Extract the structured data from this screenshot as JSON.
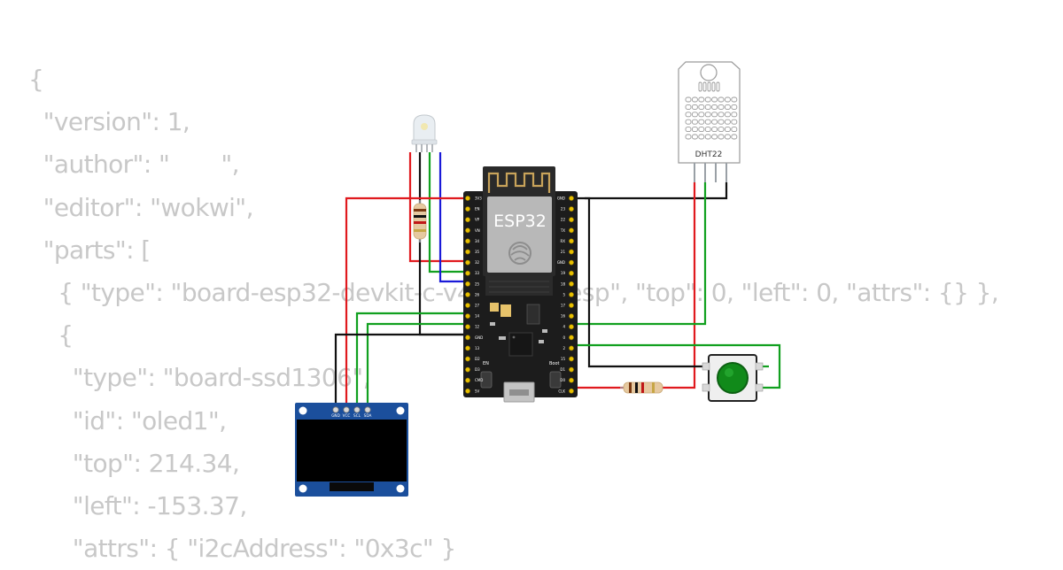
{
  "code_lines": [
    "{",
    "  \"version\": 1,",
    "  \"author\": \"       \",",
    "  \"editor\": \"wokwi\",",
    "  \"parts\": [",
    "    { \"type\": \"board-esp32-devkit-c-v4\", \"id\": \"esp\", \"top\": 0, \"left\": 0, \"attrs\": {} },",
    "    {",
    "      \"type\": \"board-ssd1306\",",
    "      \"id\": \"oled1\",",
    "      \"top\": 214.34,",
    "      \"left\": -153.37,",
    "      \"attrs\": { \"i2cAddress\": \"0x3c\" }"
  ],
  "esp": {
    "name": "ESP32",
    "left_pins": [
      "3V3",
      "EN",
      "VP",
      "VN",
      "34",
      "35",
      "32",
      "33",
      "25",
      "26",
      "27",
      "14",
      "12",
      "GND",
      "13",
      "D2",
      "D3",
      "CMD",
      "5V"
    ],
    "right_pins": [
      "GND",
      "23",
      "22",
      "TX",
      "RX",
      "21",
      "GND",
      "19",
      "18",
      "5",
      "17",
      "16",
      "4",
      "0",
      "2",
      "15",
      "D1",
      "D0",
      "CLK"
    ],
    "en_label": "EN",
    "boot_label": "Boot"
  },
  "oled": {
    "pins": [
      "GND",
      "VCC",
      "SCL",
      "SDA"
    ]
  },
  "dht": {
    "label": "DHT22"
  },
  "colors": {
    "wire_red": "#e0191e",
    "wire_green": "#11a01f",
    "wire_blue": "#1a1ad8",
    "wire_black": "#111111",
    "board": "#1c1c1c",
    "oled_pcb": "#1b4f9c",
    "button_cap": "#118a1a"
  }
}
